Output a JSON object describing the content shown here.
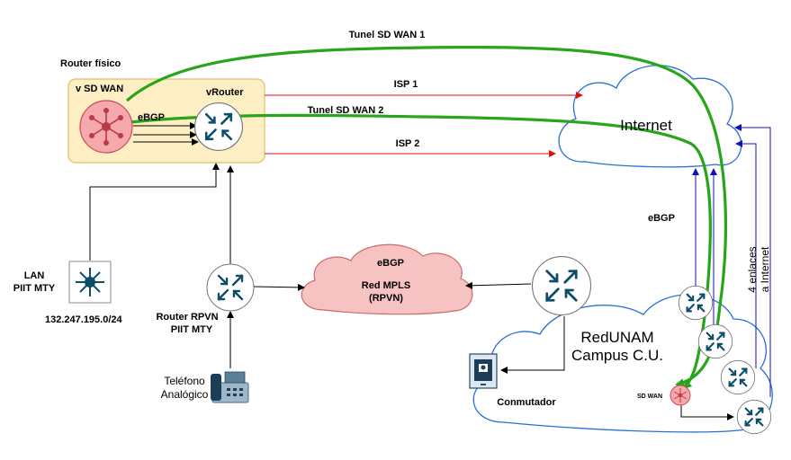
{
  "colors": {
    "tunnel": "#27a51b",
    "isp": "#dd1111",
    "links": "#1010c0",
    "cloud_stroke": "#2b6fd6",
    "router": "#0d4d6b",
    "sdwan": "#f5a9ad",
    "mpls_fill": "#f6c2c2",
    "router_box": "#fdeec4"
  },
  "labels": {
    "tunnel1": "Tunel SD WAN 1",
    "tunnel2": "Tunel SD WAN 2",
    "isp1": "ISP 1",
    "isp2": "ISP 2",
    "router_fisico": "Router físico",
    "vsdwan": "v SD WAN",
    "vrouter": "vRouter",
    "ebgp_box": "eBGP",
    "internet": "Internet",
    "ebgp_right": "eBGP",
    "enlaces_line1": "4 enlaces",
    "enlaces_line2": "a Internet",
    "mpls_ebgp": "eBGP",
    "mpls_name": "Red MPLS",
    "mpls_sub": "(RPVN)",
    "lan_line1": "LAN",
    "lan_line2": "PIIT MTY",
    "lan_net": "132.247.195.0/24",
    "rpvn_line1": "Router  RPVN",
    "rpvn_line2": "PIIT MTY",
    "telefono_line1": "Teléfono",
    "telefono_line2": "Analógico",
    "redunam_line1": "RedUNAM",
    "redunam_line2": "Campus C.U.",
    "conmutador": "Conmutador",
    "sdwan_small": "SD WAN"
  },
  "icons": [
    "router-icon",
    "sdwan-node-icon",
    "layer3-switch-icon",
    "telephone-icon",
    "pbx-icon",
    "cloud-icon"
  ]
}
